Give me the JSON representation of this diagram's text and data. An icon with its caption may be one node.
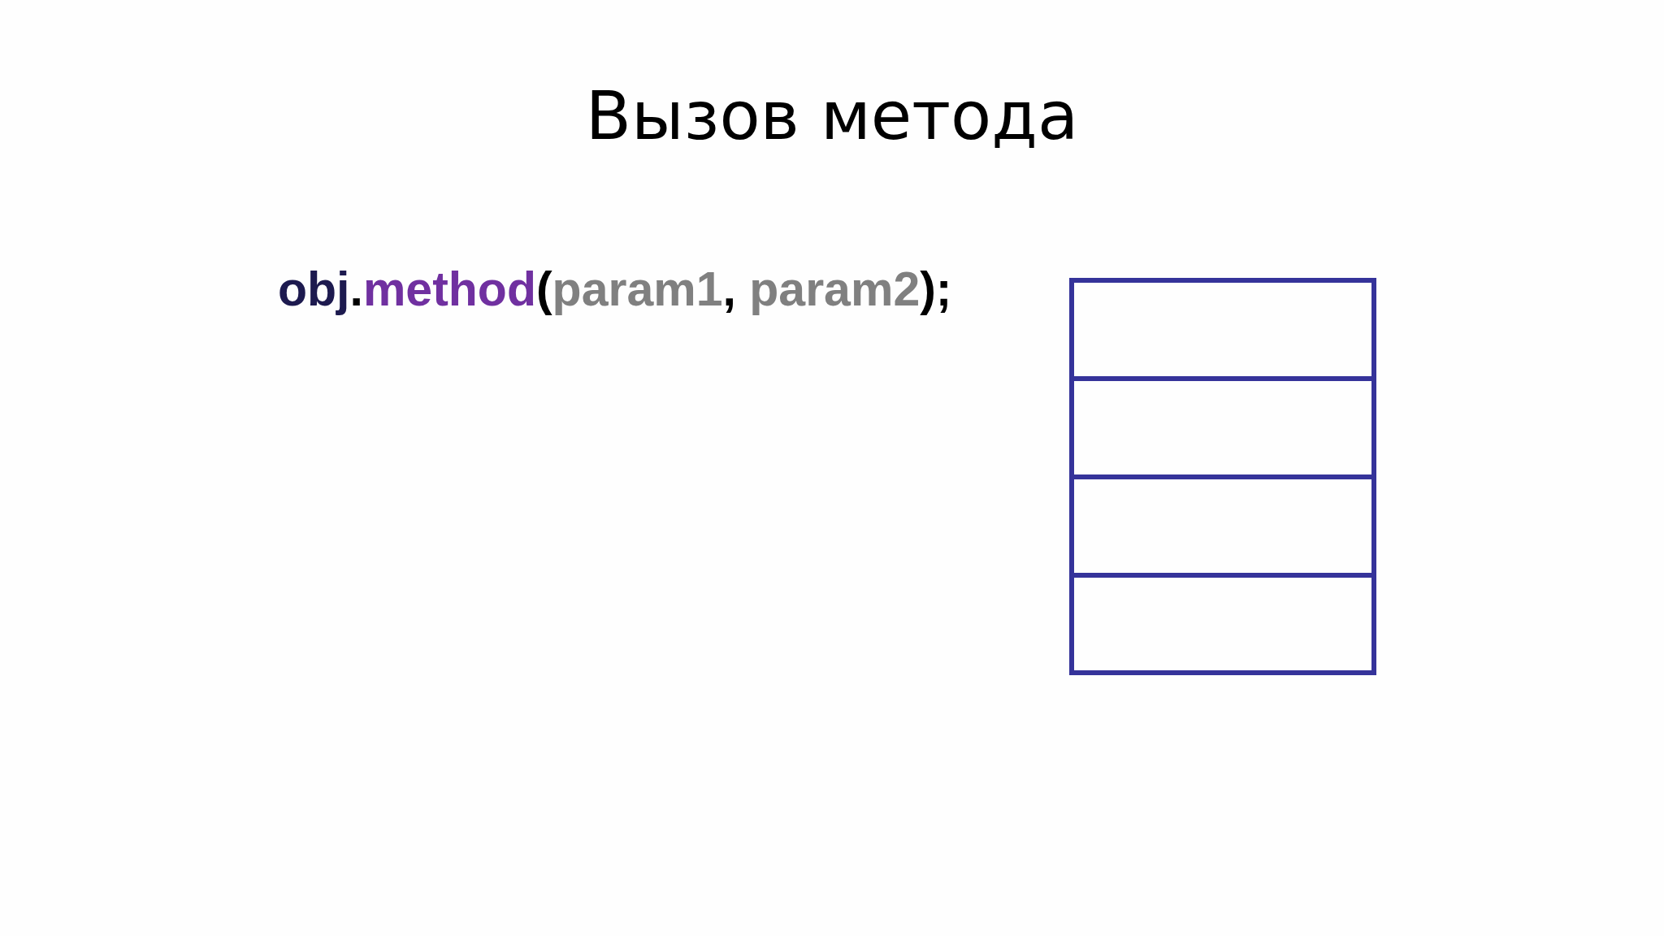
{
  "diagram": {
    "title": "Вызов метода",
    "nodes": [
      {
        "text": [],
        "shape": "box"
      },
      {
        "text": [],
        "shape": "box"
      },
      {
        "text": [],
        "shape": "box"
      },
      {
        "text": [],
        "shape": "box"
      }
    ],
    "edges": [],
    "labels": [
      "obj.method(param1, param2);"
    ]
  }
}
